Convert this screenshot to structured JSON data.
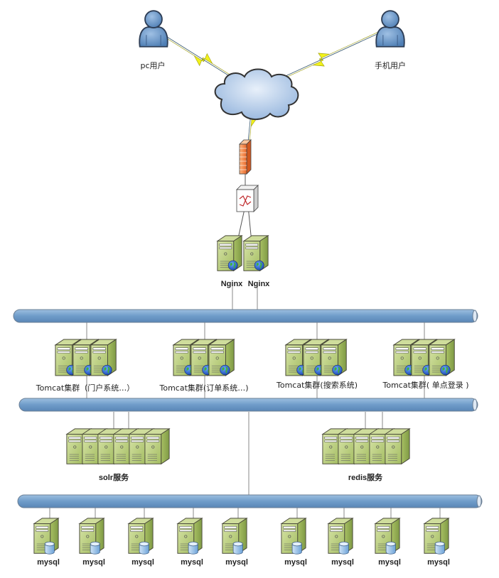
{
  "title": "Network architecture diagram",
  "colors": {
    "bus": "#6f9cc9",
    "server_body": "#b7cb7a",
    "server_dark": "#8aa34f",
    "cloud": "#a9c4e4",
    "user": "#6f9ccd",
    "bolt": "#f2f21a",
    "firewall": "#f58a3c",
    "db": "#8fbde8"
  },
  "users": [
    {
      "id": "pc",
      "label": "pc用户",
      "icon": "user-icon"
    },
    {
      "id": "mobile",
      "label": "手机用户",
      "icon": "user-icon"
    }
  ],
  "internet": {
    "icon": "cloud-icon"
  },
  "firewall": {
    "icon": "firewall-icon"
  },
  "switch": {
    "icon": "switch-icon"
  },
  "nginx": [
    {
      "label": "Nginx"
    },
    {
      "label": "Nginx"
    }
  ],
  "tomcat_clusters": [
    {
      "label": "Tomcat集群（门户系统…）",
      "servers": 3
    },
    {
      "label": "Tomcat集群(订单系统…)",
      "servers": 3
    },
    {
      "label": "Tomcat集群(搜索系统)",
      "servers": 3
    },
    {
      "label": "Tomcat集群( 单点登录 )",
      "servers": 3
    }
  ],
  "services": [
    {
      "label": "solr服务",
      "servers": 6
    },
    {
      "label": "redis服务",
      "servers": 5
    }
  ],
  "databases": [
    {
      "label": "mysql"
    },
    {
      "label": "mysql"
    },
    {
      "label": "mysql"
    },
    {
      "label": "mysql"
    },
    {
      "label": "mysql"
    },
    {
      "label": "mysql"
    },
    {
      "label": "mysql"
    },
    {
      "label": "mysql"
    },
    {
      "label": "mysql"
    }
  ]
}
